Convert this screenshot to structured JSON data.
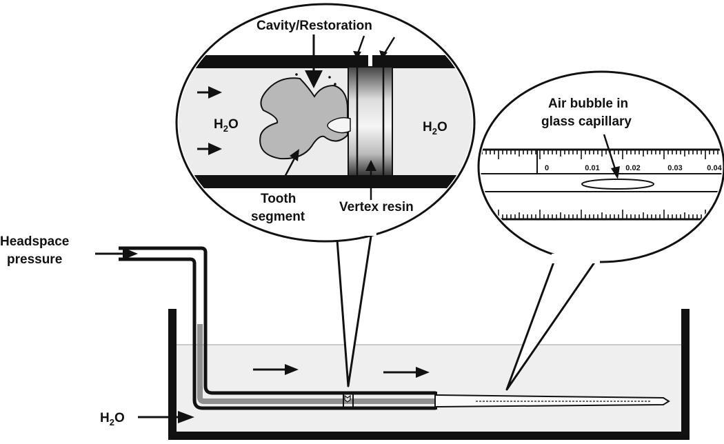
{
  "labels": {
    "headspace_line1": "Headspace",
    "headspace_line2": "pressure",
    "water_bath": "H2O",
    "water_left": "H2O",
    "water_right": "H2O",
    "cavity": "Cavity/Restoration",
    "tooth_line1": "Tooth",
    "tooth_line2": "segment",
    "vertex": "Vertex resin",
    "bubble_line1": "Air bubble in",
    "bubble_line2": "glass capillary"
  },
  "scale": {
    "ticks": [
      "0",
      "0.01",
      "0.02",
      "0.03",
      "0.04"
    ]
  },
  "colors": {
    "stroke": "#111111",
    "water": "#ececec",
    "tooth": "#b8b8b8"
  }
}
